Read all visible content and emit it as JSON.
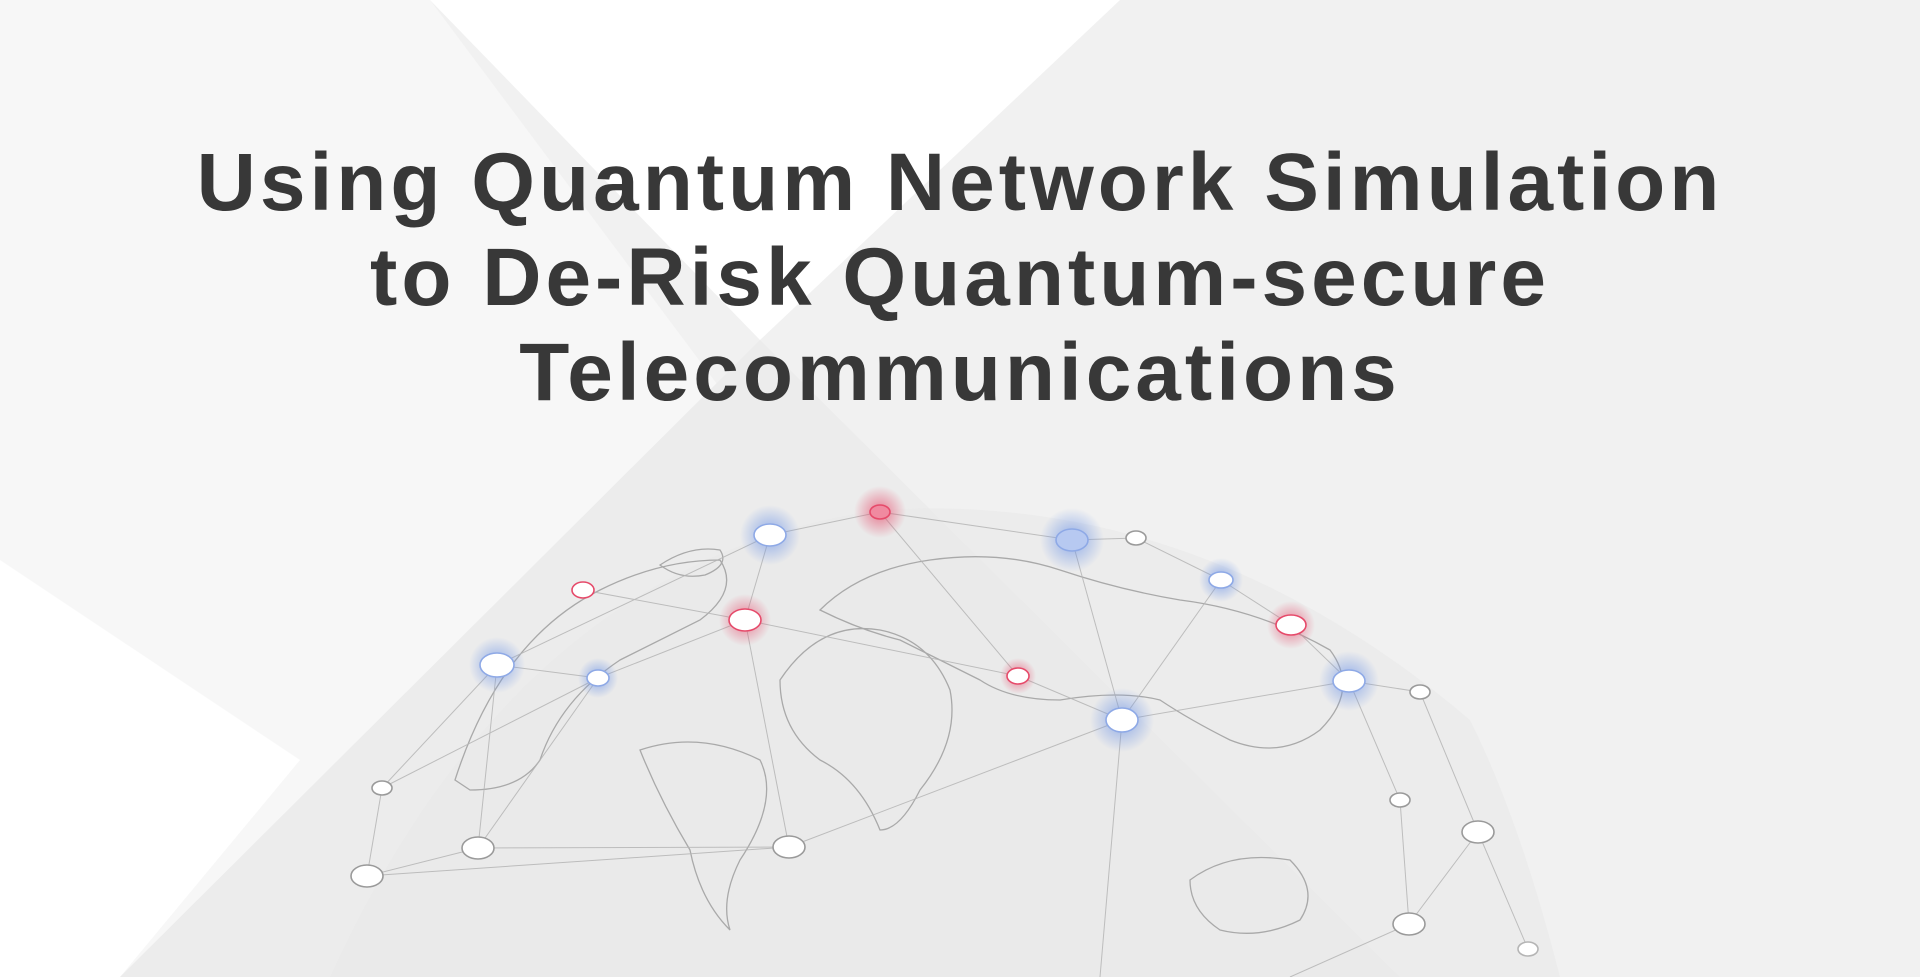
{
  "slide": {
    "title_lines": [
      "Using Quantum Network Simulation",
      "to De-Risk Quantum-secure",
      "Telecommunications"
    ]
  },
  "colors": {
    "background": "#f2f2f2",
    "title": "#383838",
    "node_blue_glow": "#6f95e6",
    "node_red_glow": "#e64a6a"
  },
  "icons": [
    "world-map-globe-graphic",
    "network-node-icon"
  ]
}
